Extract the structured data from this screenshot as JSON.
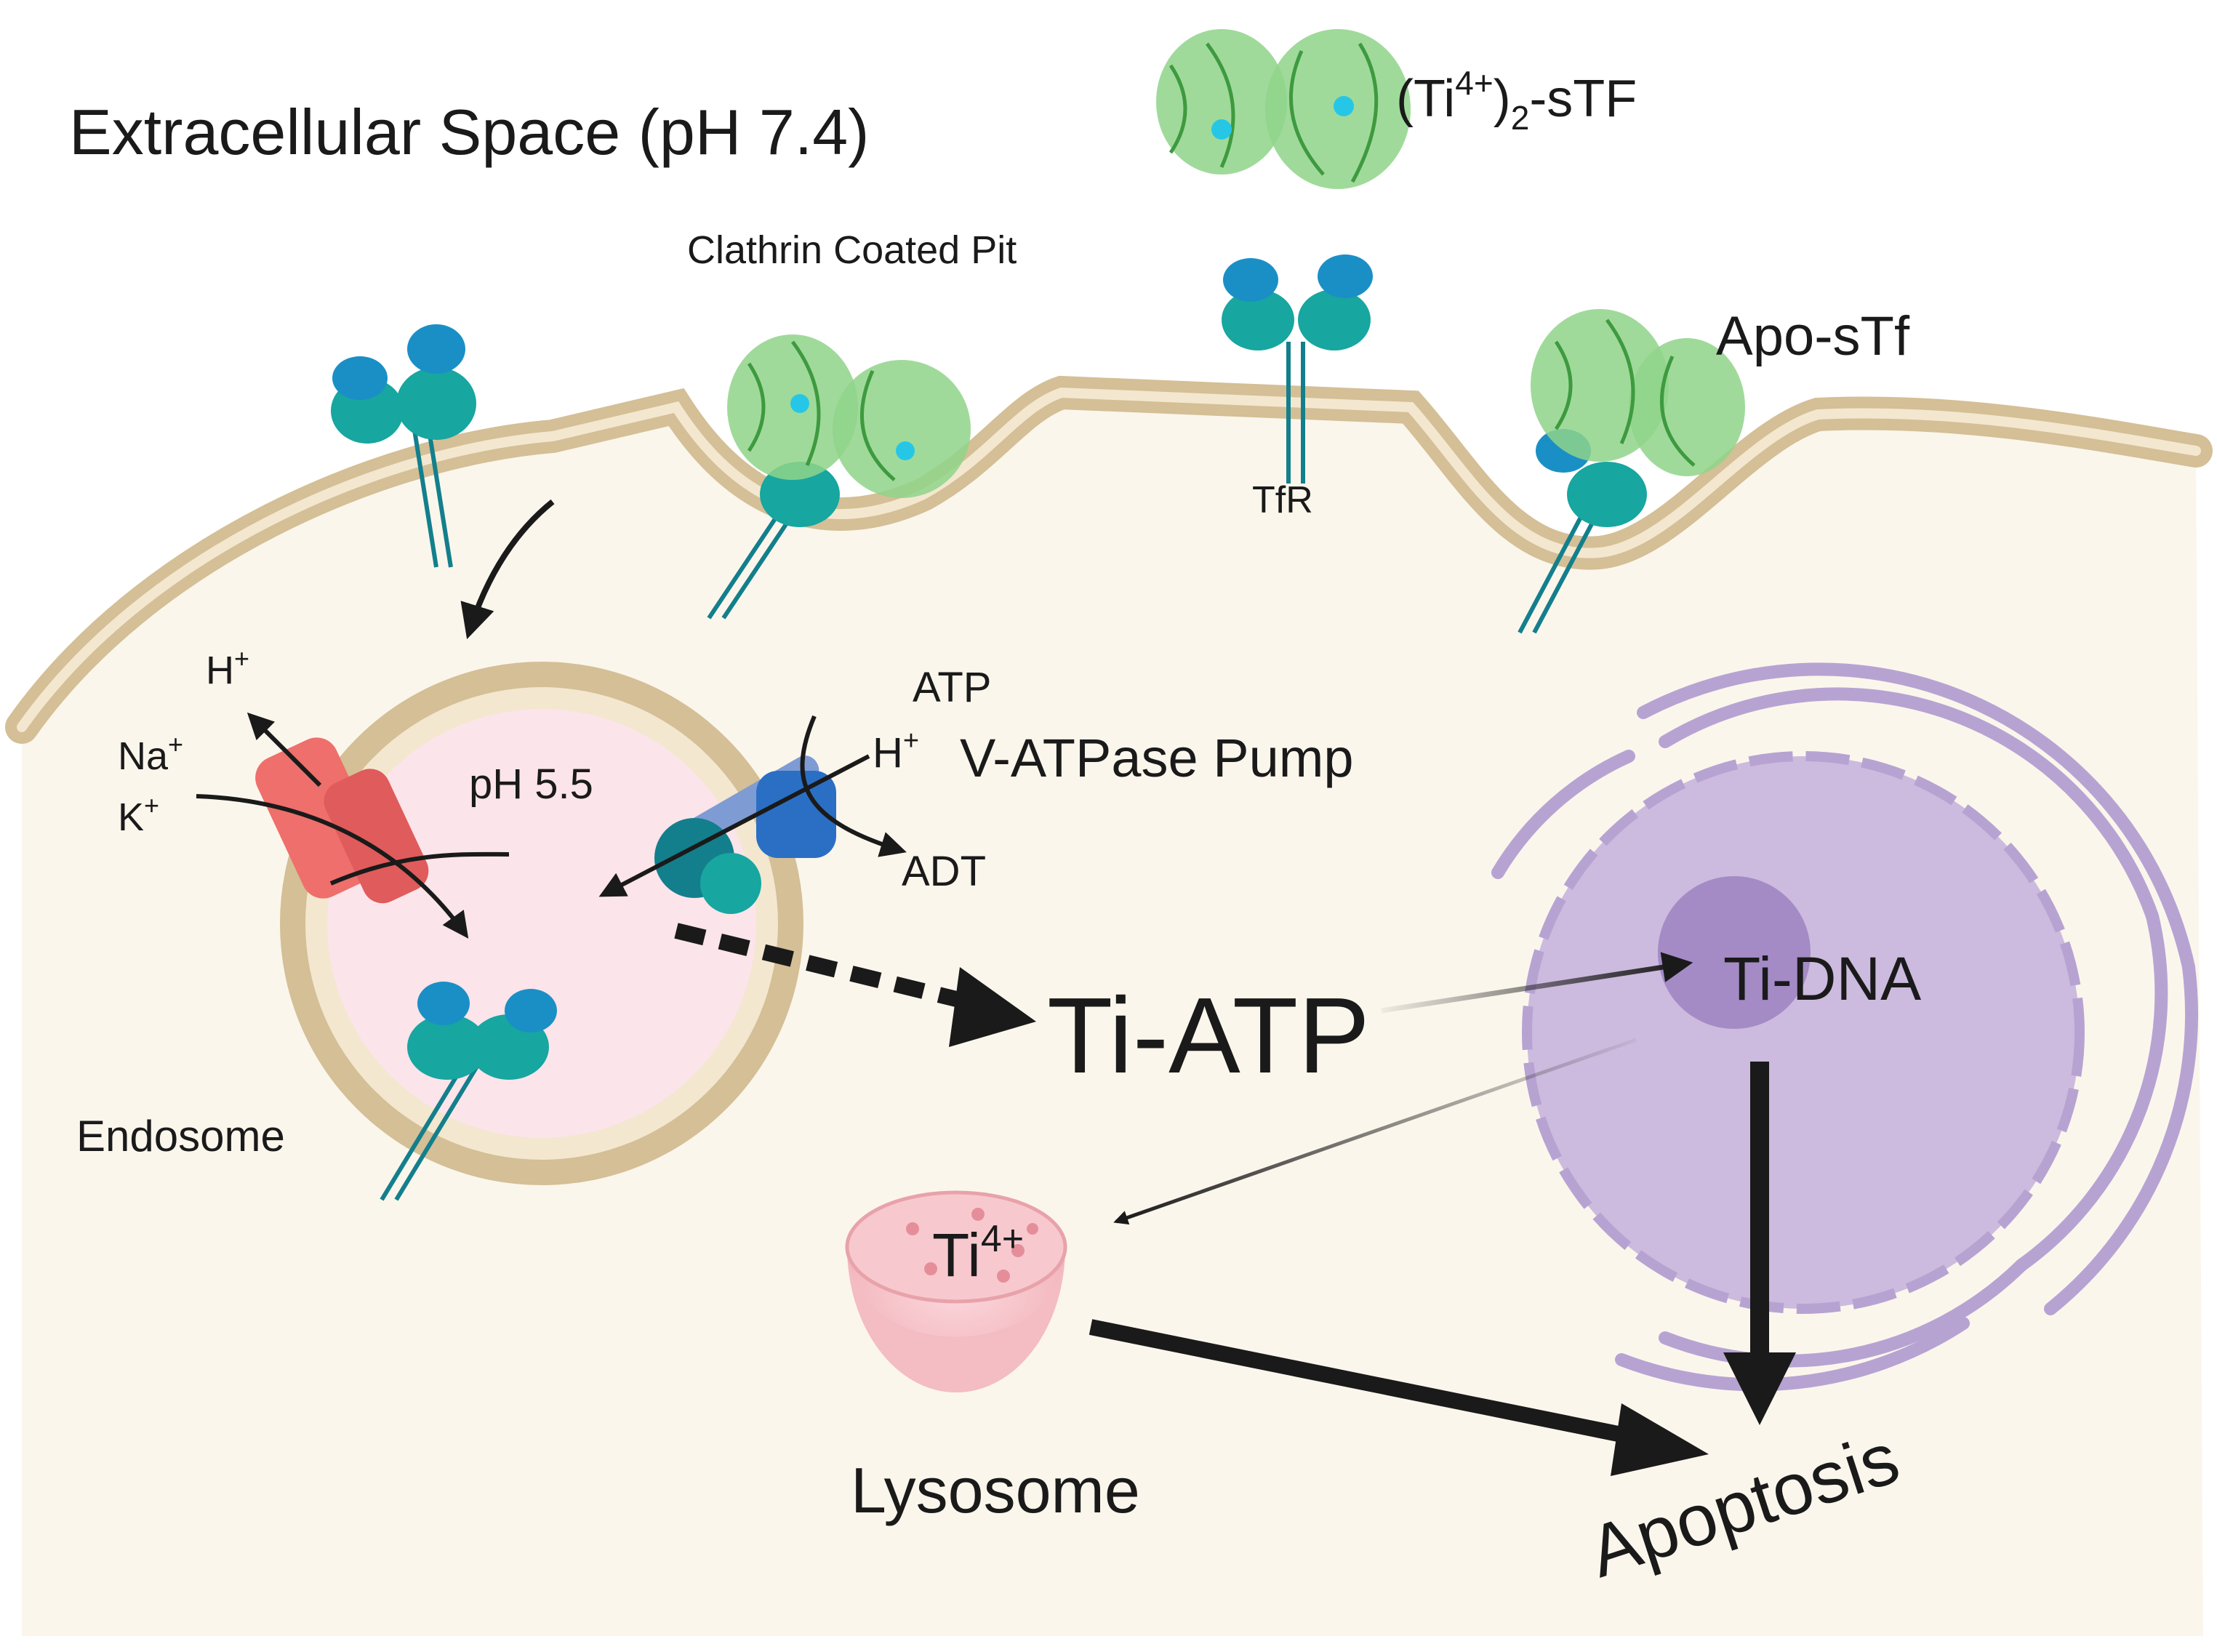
{
  "labels": {
    "extracellular": "Extracellular Space  (pH 7.4)",
    "ti_stf_open": "(Ti",
    "ti_stf_sup": "4+",
    "ti_stf_mid": ")",
    "ti_stf_sub": "2",
    "ti_stf_end": "-sTF",
    "clathrin": "Clathrin Coated Pit",
    "apo_stf": "Apo-sTf",
    "tfr": "TfR",
    "h_plus_left_base": "H",
    "h_plus_left_sup": "+",
    "na_base": "Na",
    "na_sup": "+",
    "k_base": "K",
    "k_sup": "+",
    "ph_endosome": "pH 5.5",
    "atp": "ATP",
    "h_plus_right_base": "H",
    "h_plus_right_sup": "+",
    "vatpase": "V-ATPase Pump",
    "adt": "ADT",
    "endosome": "Endosome",
    "ti_atp": "Ti-ATP",
    "ti_dna": "Ti-DNA",
    "ti4_base": "Ti",
    "ti4_sup": "4+",
    "lysosome": "Lysosome",
    "apoptosis": "Apoptosis"
  },
  "colors": {
    "cytoplasm": "#fbf6ec",
    "membrane_outer": "#d4bf96",
    "membrane_inner": "#f3e7cf",
    "endosome_lumen": "#fbe4ea",
    "protein_green": "#8fd48a",
    "receptor_teal": "#17a6a0",
    "receptor_blue": "#1a8fc6",
    "titanium_cyan": "#26c7e6",
    "channel_red": "#ee6f6c",
    "pump_blue": "#2a6fc4",
    "nucleus_purple": "#b7a3d2",
    "nucleolus": "#a48bc6",
    "lysosome_pink": "#f4bcc3",
    "arrow": "#1a1a1a"
  }
}
